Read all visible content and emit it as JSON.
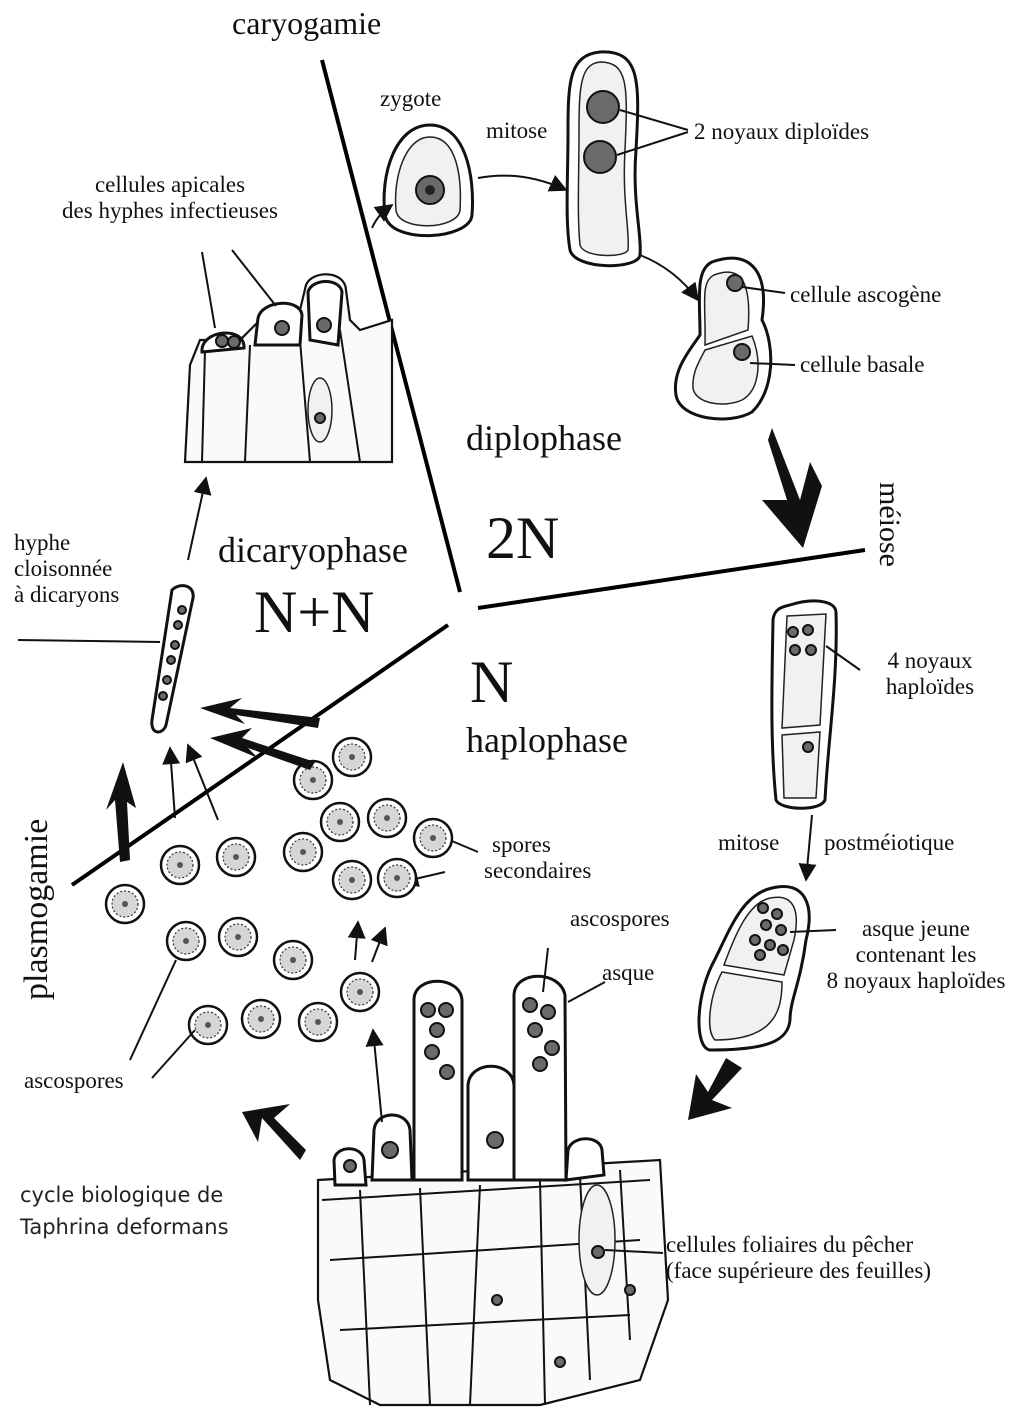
{
  "title": {
    "line1": "cycle biologique de",
    "line2": "Taphrina deformans"
  },
  "phases": {
    "caryogamie": "caryogamie",
    "meiose": "méiose",
    "plasmogamie": "plasmogamie",
    "diplophase": "diplophase",
    "diplo_ploidy": "2N",
    "dicaryophase": "dicaryophase",
    "dicaryo_ploidy": "N+N",
    "haplo_ploidy": "N",
    "haplophase": "haplophase"
  },
  "labels": {
    "zygote": "zygote",
    "mitose": "mitose",
    "noyaux_diploides": "2 noyaux diploïdes",
    "cellule_ascogene": "cellule ascogène",
    "cellule_basale": "cellule basale",
    "noyaux_haploides_1": "4 noyaux",
    "noyaux_haploides_2": "haploïdes",
    "mitose_post_a": "mitose",
    "mitose_post_b": "postméiotique",
    "asque_jeune_1": "asque jeune",
    "asque_jeune_2": "contenant les",
    "asque_jeune_3": "8 noyaux haploïdes",
    "ascospores_top": "ascospores",
    "asque": "asque",
    "spores_sec_1": "spores",
    "spores_sec_2": "secondaires",
    "ascospores_left": "ascospores",
    "cellules_apicales_1": "cellules apicales",
    "cellules_apicales_2": "des hyphes infectieuses",
    "hyphe_1": "hyphe",
    "hyphe_2": "cloisonnée",
    "hyphe_3": "à dicaryons",
    "foliaires_1": "cellules foliaires du pêcher",
    "foliaires_2": "(face supérieure des feuilles)"
  }
}
